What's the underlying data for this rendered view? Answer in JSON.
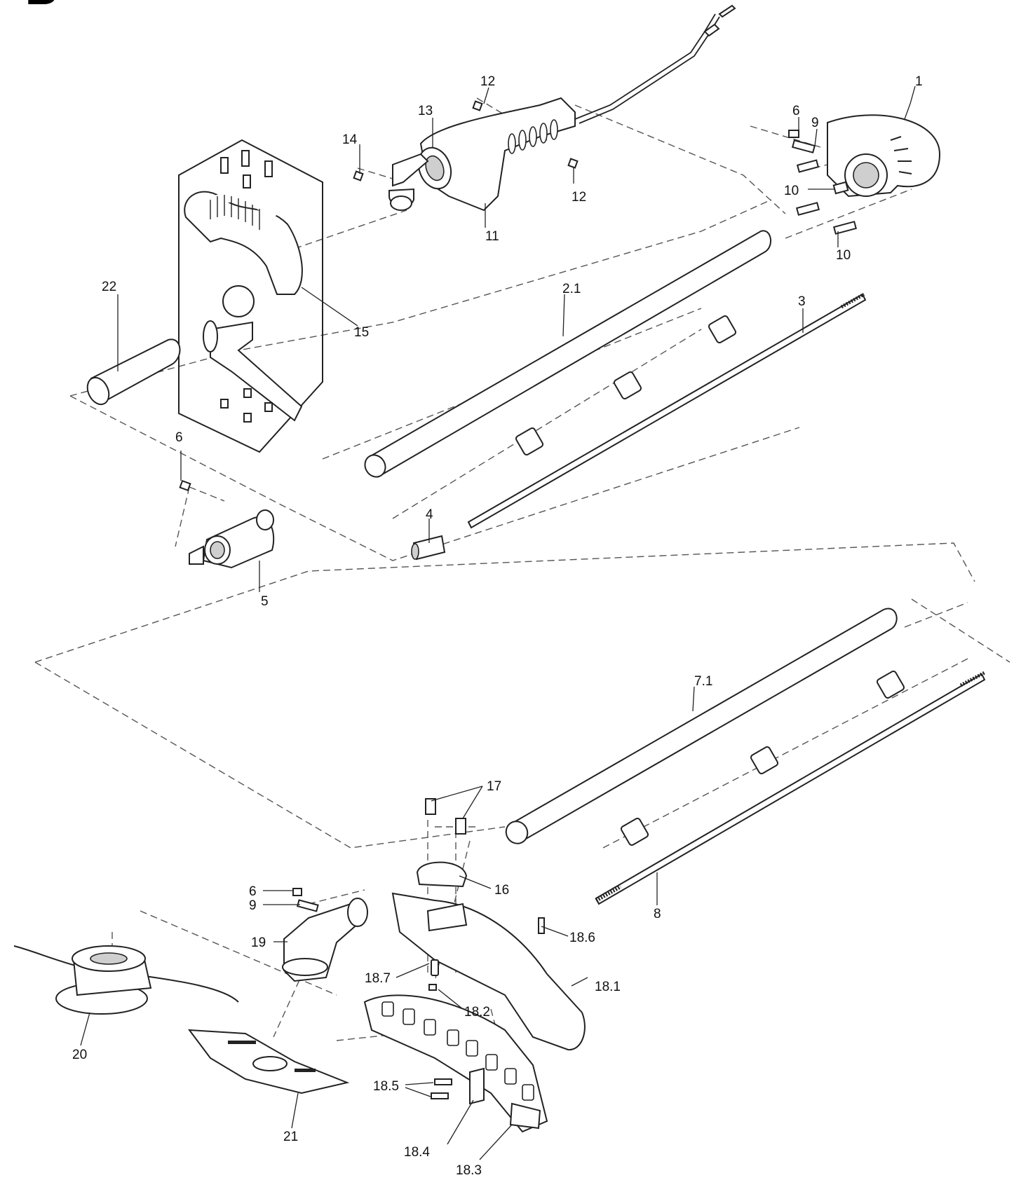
{
  "section_letter": "B",
  "callouts": [
    {
      "id": "c1",
      "text": "1"
    },
    {
      "id": "c6a",
      "text": "6"
    },
    {
      "id": "c9a",
      "text": "9"
    },
    {
      "id": "c10a",
      "text": "10"
    },
    {
      "id": "c10b",
      "text": "10"
    },
    {
      "id": "c12a",
      "text": "12"
    },
    {
      "id": "c12b",
      "text": "12"
    },
    {
      "id": "c13",
      "text": "13"
    },
    {
      "id": "c14",
      "text": "14"
    },
    {
      "id": "c11",
      "text": "11"
    },
    {
      "id": "c22",
      "text": "22"
    },
    {
      "id": "c15",
      "text": "15"
    },
    {
      "id": "c21a",
      "text": "2.1"
    },
    {
      "id": "c3",
      "text": "3"
    },
    {
      "id": "c6b",
      "text": "6"
    },
    {
      "id": "c4",
      "text": "4"
    },
    {
      "id": "c5",
      "text": "5"
    },
    {
      "id": "c71",
      "text": "7.1"
    },
    {
      "id": "c17",
      "text": "17"
    },
    {
      "id": "c16",
      "text": "16"
    },
    {
      "id": "c8",
      "text": "8"
    },
    {
      "id": "c6c",
      "text": "6"
    },
    {
      "id": "c9b",
      "text": "9"
    },
    {
      "id": "c19",
      "text": "19"
    },
    {
      "id": "c186",
      "text": "18.6"
    },
    {
      "id": "c187",
      "text": "18.7"
    },
    {
      "id": "c181",
      "text": "18.1"
    },
    {
      "id": "c182",
      "text": "18.2"
    },
    {
      "id": "c20",
      "text": "20"
    },
    {
      "id": "c185",
      "text": "18.5"
    },
    {
      "id": "c21",
      "text": "21"
    },
    {
      "id": "c184",
      "text": "18.4"
    },
    {
      "id": "c183",
      "text": "18.3"
    }
  ]
}
